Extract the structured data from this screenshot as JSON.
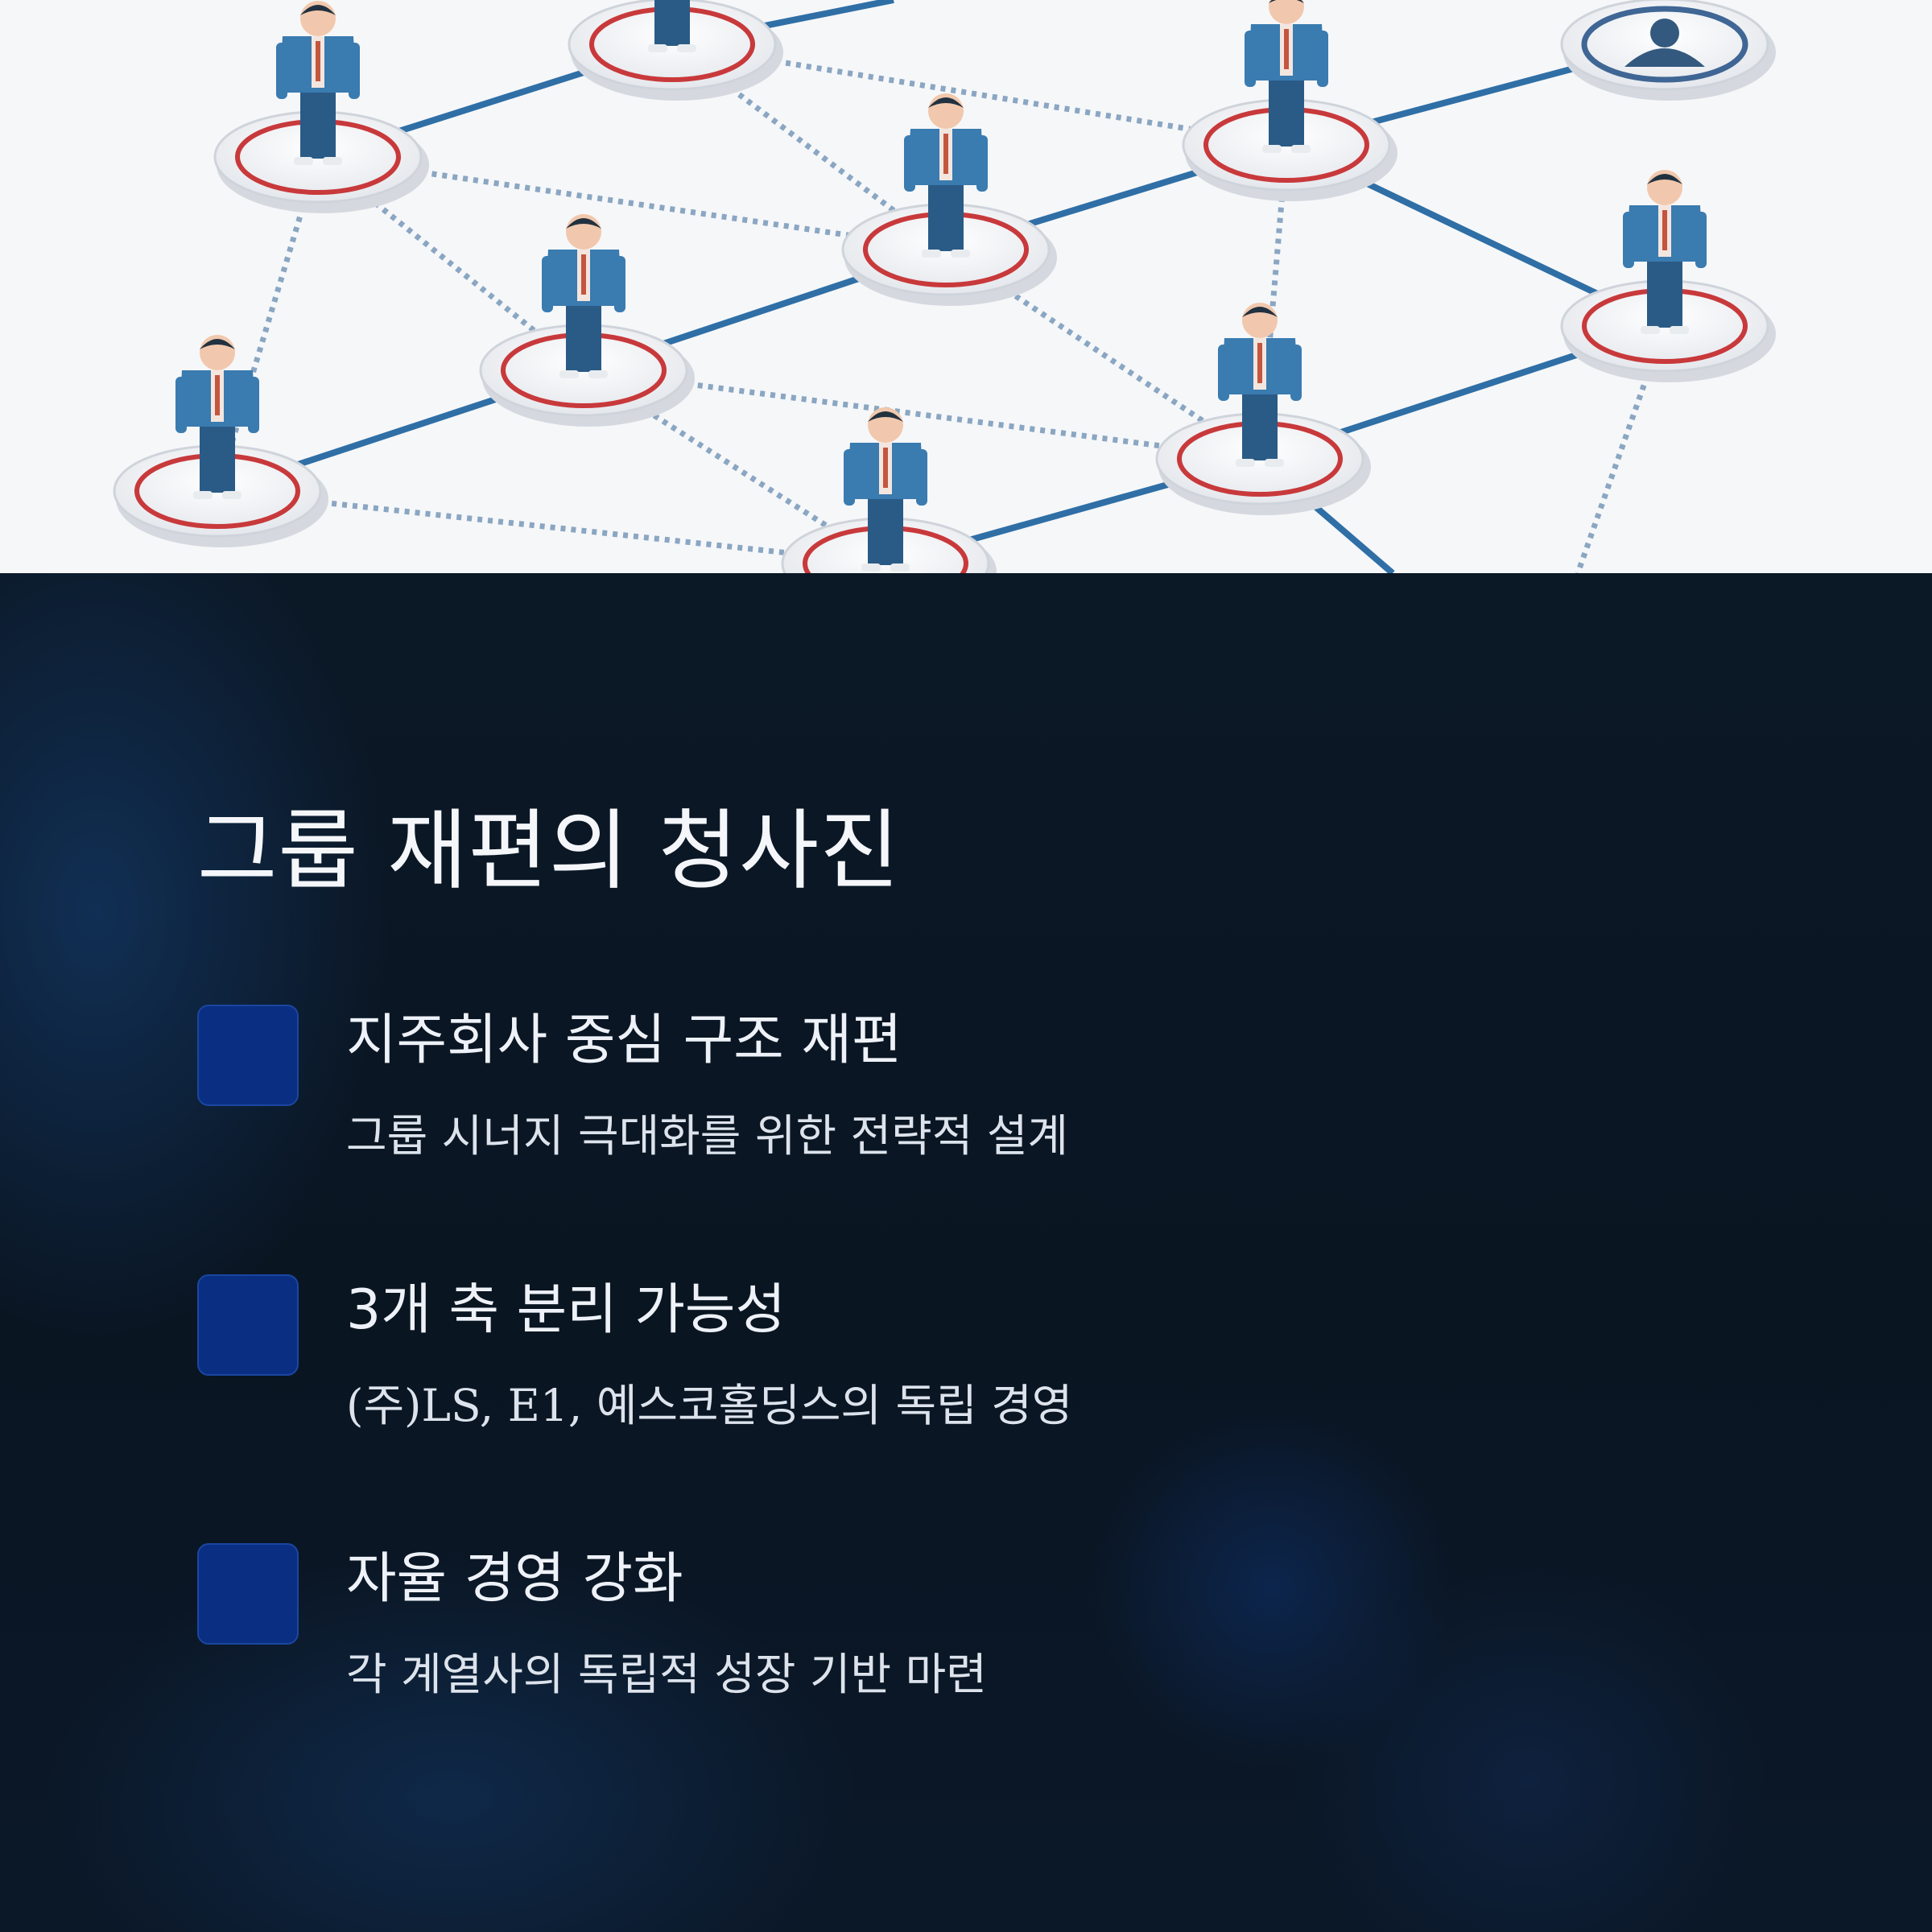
{
  "title": "그룹 재편의 청사진",
  "hero": {
    "icon": "person-icon"
  },
  "items": [
    {
      "heading": "지주회사 중심 구조 재편",
      "description": "그룹 시너지 극대화를 위한 전략적 설계"
    },
    {
      "heading": "3개 축 분리 가능성",
      "description": "(주)LS, E1, 예스코홀딩스의 독립 경영"
    },
    {
      "heading": "자율 경영 강화",
      "description": "각 계열사의 독립적 성장 기반 마련"
    }
  ],
  "colors": {
    "background": "#0a1320",
    "accent_box": "#0a2f82",
    "network_line": "#2f6fa6",
    "node_ring": "#c8393b"
  }
}
